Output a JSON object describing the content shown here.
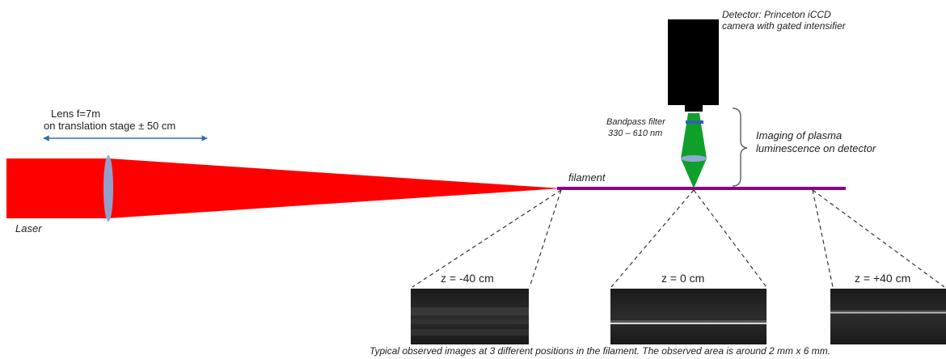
{
  "labels": {
    "detector_line1": "Detector: Princeton iCCD",
    "detector_line2": "camera with gated intensifier",
    "lens_line1": "Lens f=7m",
    "lens_line2": "on translation stage ± 50 cm",
    "bandpass_line1": "Bandpass filter",
    "bandpass_line2": "330 – 610 nm",
    "imaging_line1": "Imaging of plasma",
    "imaging_line2": "luminescence on detector",
    "filament": "filament",
    "laser": "Laser",
    "caption": "Typical observed images at 3 different positions in the filament. The observed area is around 2 mm x 6 mm."
  },
  "insets": [
    {
      "label": "z = -40 cm"
    },
    {
      "label": "z = 0 cm"
    },
    {
      "label": "z = +40 cm"
    }
  ],
  "colors": {
    "laser_beam": "#ff0000",
    "filament": "#8b008b",
    "lens": "#8fa8d4",
    "imaging_cone": "#0ea02a",
    "camera": "#000000",
    "filter": "#3060b0",
    "arrow": "#2f6db5"
  }
}
